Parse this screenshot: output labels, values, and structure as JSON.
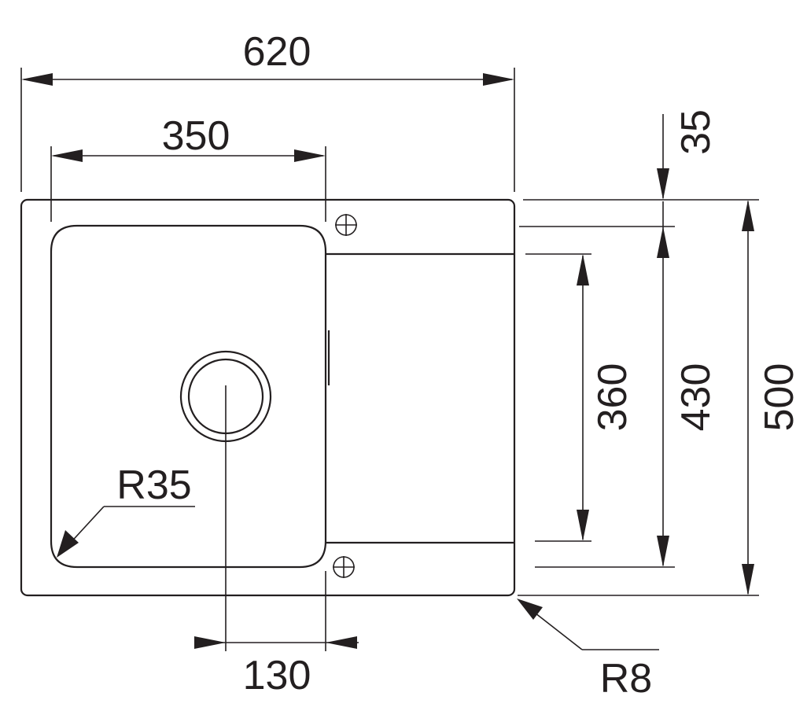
{
  "dimensions": {
    "overall_width": "620",
    "bowl_width": "350",
    "top_offset": "35",
    "drainer_length": "360",
    "bowl_length": "430",
    "overall_depth": "500",
    "bowl_corner_radius": "R35",
    "drain_offset": "130",
    "outer_corner_radius": "R8"
  }
}
